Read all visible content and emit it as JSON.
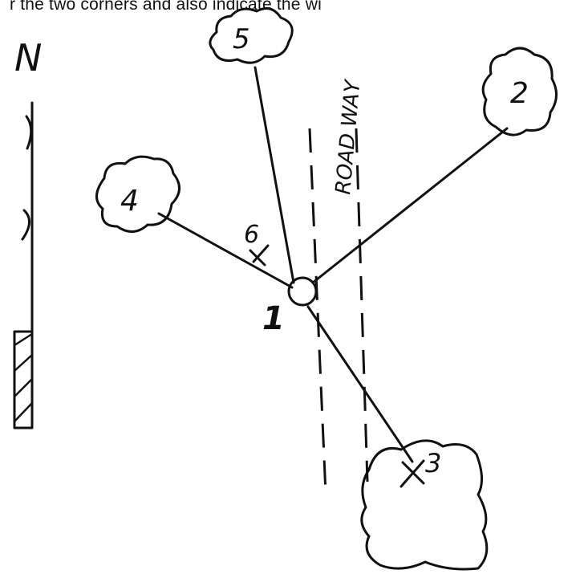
{
  "caption": "r the two corners and also indicate the wi",
  "north_label": "N",
  "roadway_label": "ROAD WAY",
  "points": {
    "p1": "1",
    "p2": "2",
    "p3": "3",
    "p4": "4",
    "p5": "5",
    "p6": "6"
  }
}
